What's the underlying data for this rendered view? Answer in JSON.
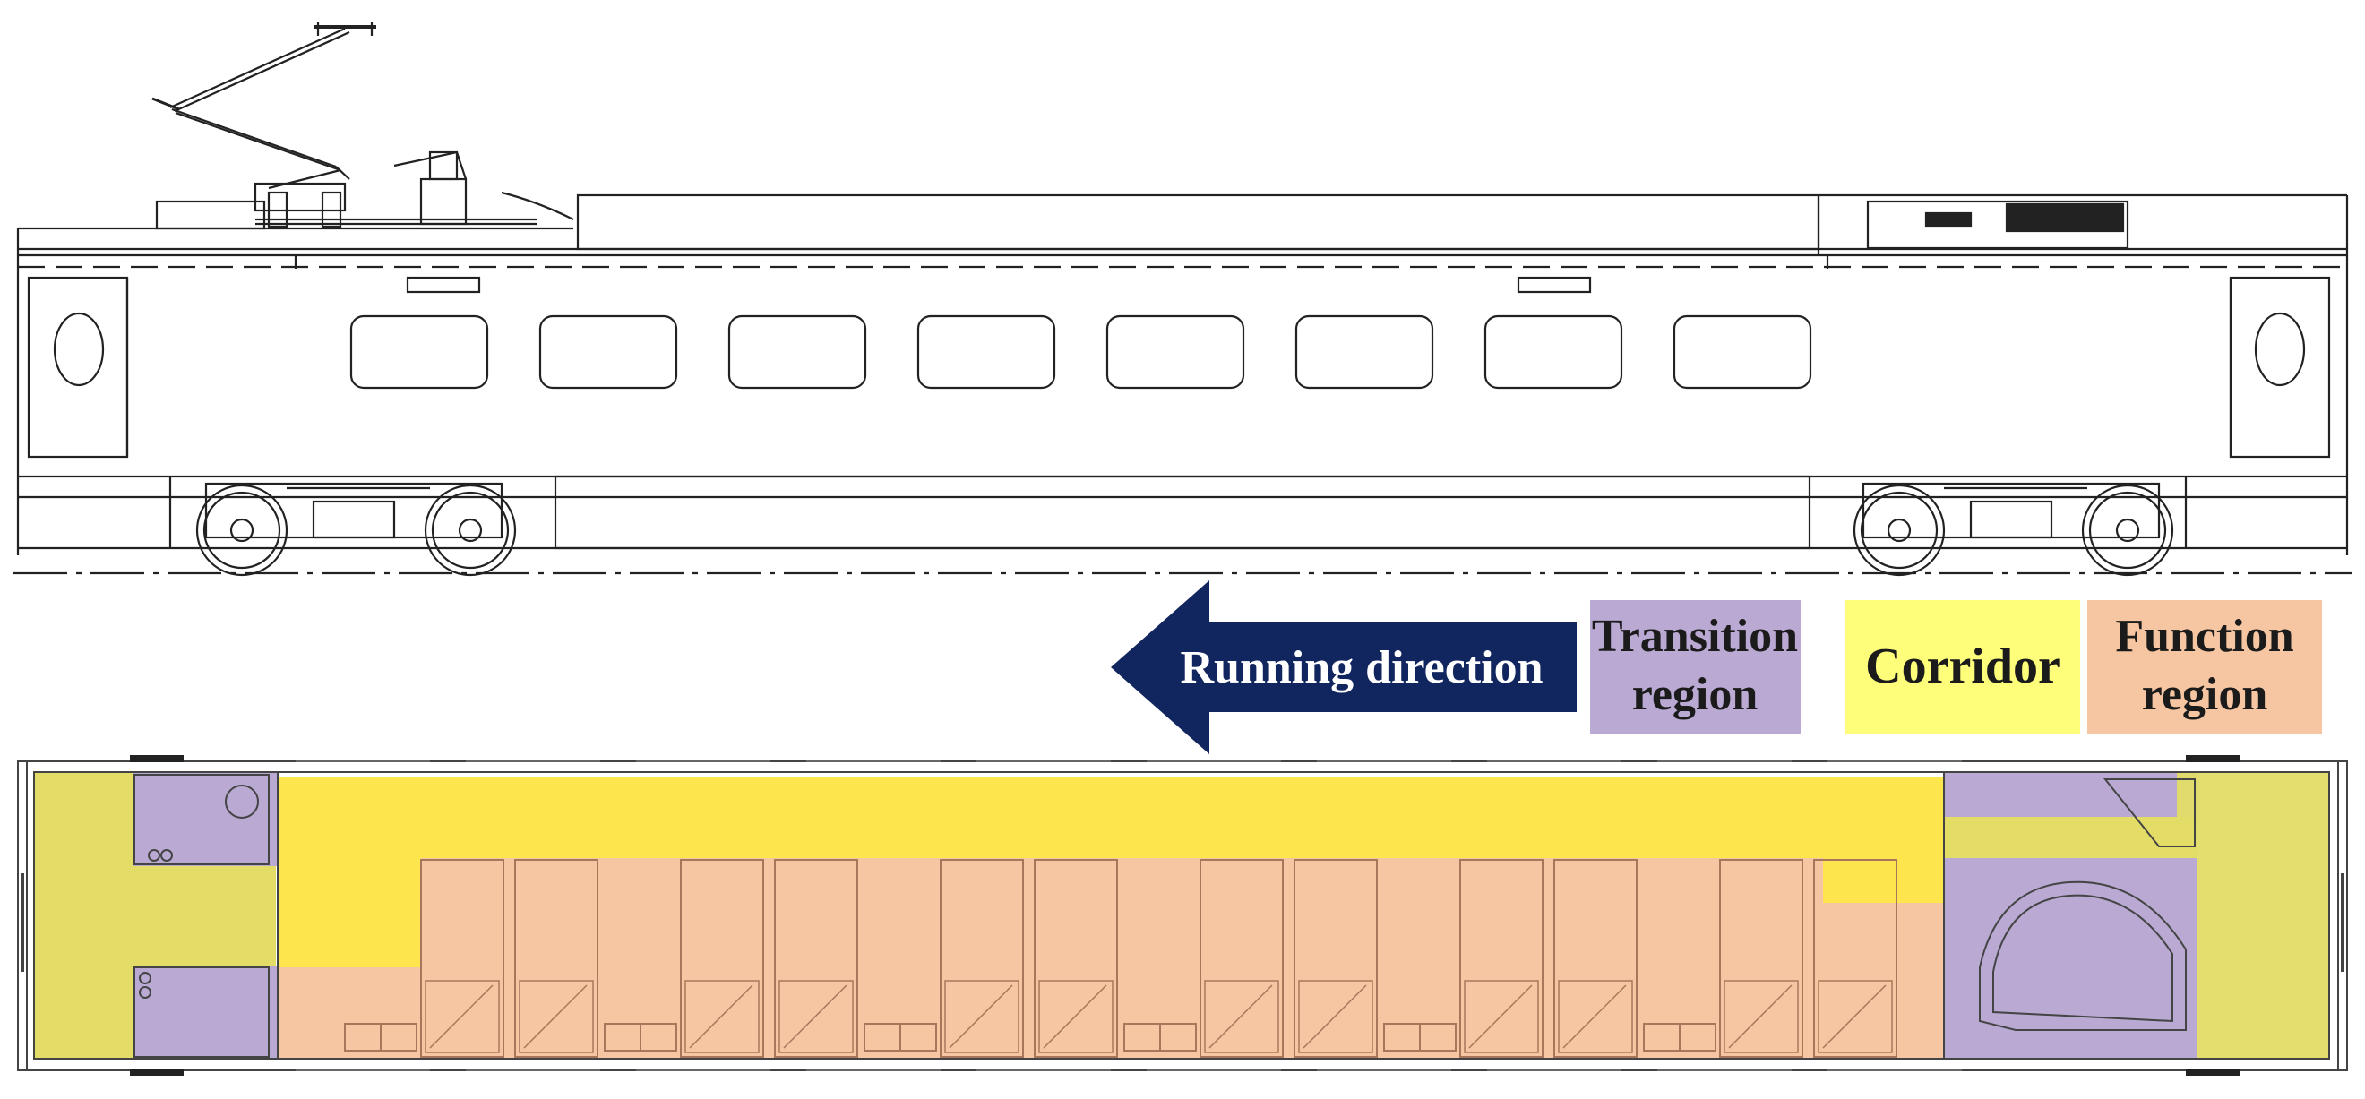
{
  "running_direction": "Running direction",
  "legend": {
    "transition_line1": "Transition",
    "transition_line2": "region",
    "corridor": "Corridor",
    "function_line1": "Function",
    "function_line2": "region"
  },
  "colors": {
    "transition": "#b9a9d3",
    "corridor": "#fde96c",
    "function": "#f6c5a1",
    "arrow": "#11255f",
    "line": "#222222"
  },
  "side_view": {
    "window_count": 8
  },
  "floor_plan": {
    "bed_count": 12,
    "locker_count": 6
  }
}
